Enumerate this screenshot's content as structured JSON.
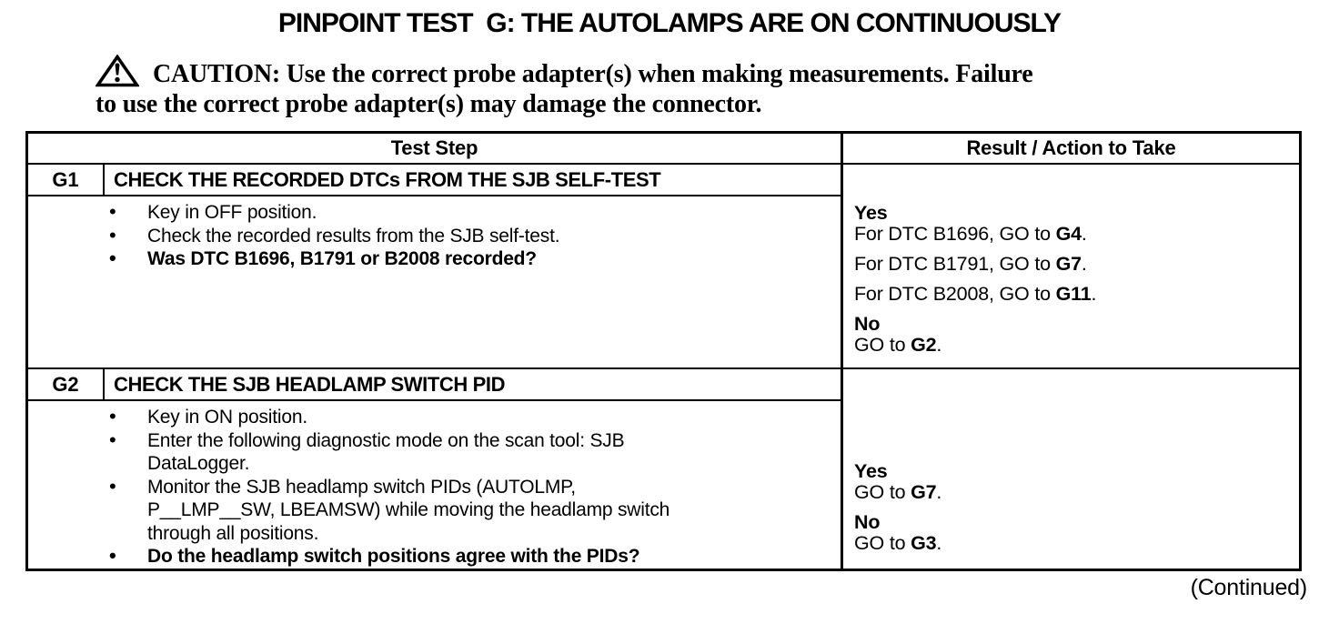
{
  "page": {
    "title": "PINPOINT TEST  G: THE AUTOLAMPS ARE ON CONTINUOUSLY",
    "continued": "(Continued)"
  },
  "caution": {
    "icon": "warning-triangle-icon",
    "label": "CAUTION:",
    "text": "Use the correct probe adapter(s) when making measurements. Failure\nto use the correct probe adapter(s) may damage the connector."
  },
  "table": {
    "headers": {
      "test_step": "Test Step",
      "result": "Result / Action to Take"
    },
    "steps": [
      {
        "id": "G1",
        "title": "CHECK THE RECORDED DTCs FROM THE SJB SELF-TEST",
        "bullets": [
          {
            "text": "Key in OFF position.",
            "bold": false
          },
          {
            "text": "Check the recorded results from the SJB self-test.",
            "bold": false
          },
          {
            "text": "Was DTC B1696, B1791 or B2008 recorded?",
            "bold": true
          }
        ],
        "results": [
          {
            "label": "Yes",
            "lines": [
              {
                "pre": "For DTC B1696, GO to ",
                "target": "G4",
                "post": "."
              }
            ]
          },
          {
            "label": "",
            "lines": [
              {
                "pre": "For DTC B1791, GO to ",
                "target": "G7",
                "post": "."
              }
            ]
          },
          {
            "label": "",
            "lines": [
              {
                "pre": "For DTC B2008, GO to ",
                "target": "G11",
                "post": "."
              }
            ]
          },
          {
            "label": "No",
            "lines": [
              {
                "pre": "GO to ",
                "target": "G2",
                "post": "."
              }
            ]
          }
        ]
      },
      {
        "id": "G2",
        "title": "CHECK THE SJB HEADLAMP SWITCH PID",
        "bullets": [
          {
            "text": "Key in ON position.",
            "bold": false
          },
          {
            "text": "Enter the following diagnostic mode on the scan tool: SJB\nDataLogger.",
            "bold": false
          },
          {
            "text": "Monitor the SJB headlamp switch PIDs (AUTOLMP,\nP__LMP__SW, LBEAMSW) while moving the headlamp switch\nthrough all positions.",
            "bold": false
          },
          {
            "text": "Do the headlamp switch positions agree with the PIDs?",
            "bold": true
          }
        ],
        "results": [
          {
            "label": "Yes",
            "lines": [
              {
                "pre": "GO to ",
                "target": "G7",
                "post": "."
              }
            ]
          },
          {
            "label": "No",
            "lines": [
              {
                "pre": "GO to ",
                "target": "G3",
                "post": "."
              }
            ]
          }
        ]
      }
    ]
  }
}
